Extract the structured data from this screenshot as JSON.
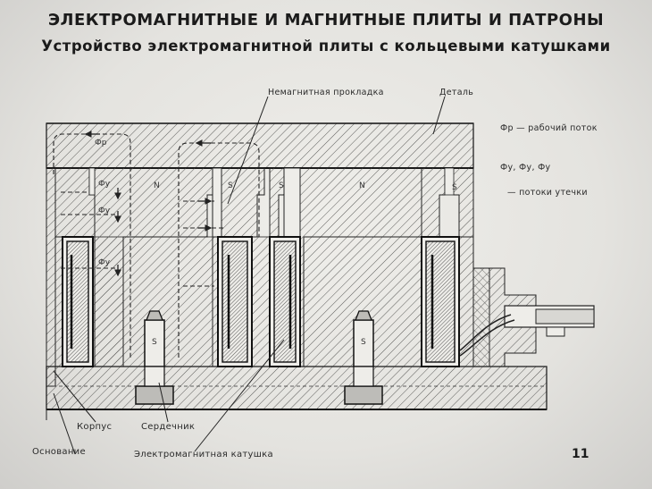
{
  "title": "ЭЛЕКТРОМАГНИТНЫЕ И МАГНИТНЫЕ ПЛИТЫ И ПАТРОНЫ",
  "subtitle": "Устройство электромагнитной плиты с кольцевыми катушками",
  "labels": {
    "nonmagnetic_spacer": "Немагнитная прокладка",
    "workpiece": "Деталь",
    "housing": "Корпус",
    "core": "Сердечник",
    "base": "Основание",
    "coil": "Электромагнитная катушка"
  },
  "legend": {
    "working_flux_symbol": "Фр",
    "working_flux_text": "— рабочий поток",
    "leakage_flux_symbols": "Фу, Фу, Фу",
    "leakage_flux_text": "— потоки утечки"
  },
  "flux_marks": {
    "working": "Фр",
    "leakage": "Фу"
  },
  "poles": {
    "north": "N",
    "south": "S"
  },
  "page_number": "11",
  "colors": {
    "background": "#e4e3df",
    "ink": "#1b1b1b",
    "hatch": "#5a5a58",
    "coil_fill": "#3a3a38"
  }
}
